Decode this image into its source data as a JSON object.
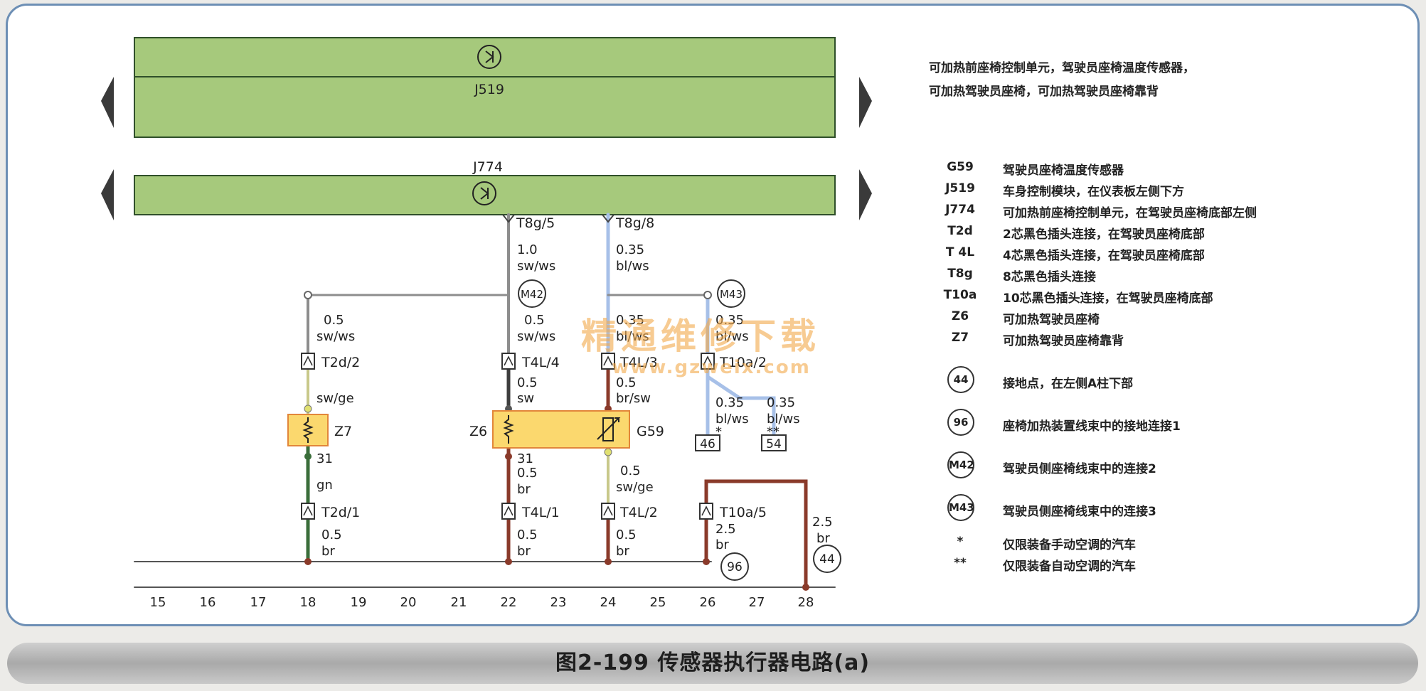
{
  "modules": {
    "j519_label": "J519",
    "j774_label": "J774"
  },
  "header_text": {
    "line1": "可加热前座椅控制单元，驾驶员座椅温度传感器，",
    "line2": "可加热驾驶员座椅，可加热驾驶员座椅靠背"
  },
  "components": {
    "z7": "Z7",
    "z6": "Z6",
    "g59": "G59"
  },
  "connectors": {
    "t8g5": "T8g/5",
    "t8g8": "T8g/8",
    "t2d2": "T2d/2",
    "t4l4": "T4L/4",
    "t4l3": "T4L/3",
    "t10a2": "T10a/2",
    "t2d1": "T2d/1",
    "t4l1": "T4L/1",
    "t4l2": "T4L/2",
    "t10a5": "T10a/5"
  },
  "junctions": {
    "m42": "M42",
    "m43": "M43",
    "g96": "96",
    "g44": "44"
  },
  "terminals": {
    "t46": "46",
    "t54": "54"
  },
  "pins": {
    "z7_pin": "31",
    "z6_pin": "31"
  },
  "wire_labels": {
    "w1a": "1.0",
    "w1b": "sw/ws",
    "w2a": "0.35",
    "w2b": "bl/ws",
    "w3a": "0.5",
    "w3b": "sw/ws",
    "w4a": "0.5",
    "w4b": "sw/ws",
    "w5a": "0.35",
    "w5b": "bl/ws",
    "w6a": "0.35",
    "w6b": "bl/ws",
    "w7": "sw/ge",
    "w8a": "0.5",
    "w8b": "sw",
    "w9a": "0.5",
    "w9b": "br/sw",
    "w10a": "0.35",
    "w10b": "bl/ws",
    "w10c": "*",
    "w11a": "0.35",
    "w11b": "bl/ws",
    "w11c": "**",
    "w12": "gn",
    "w13a": "0.5",
    "w13b": "br",
    "w14a": "0.5",
    "w14b": "sw/ge",
    "w15a": "0.5",
    "w15b": "br",
    "w16a": "0.5",
    "w16b": "br",
    "w17a": "0.5",
    "w17b": "br",
    "w18a": "2.5",
    "w18b": "br",
    "w19a": "2.5",
    "w19b": "br"
  },
  "scale": [
    "15",
    "16",
    "17",
    "18",
    "19",
    "20",
    "21",
    "22",
    "23",
    "24",
    "25",
    "26",
    "27",
    "28"
  ],
  "watermark": {
    "line1": "精通维修下载",
    "line2": "www.gzweix.com"
  },
  "legend": [
    {
      "code": "G59",
      "desc": "驾驶员座椅温度传感器"
    },
    {
      "code": "J519",
      "desc": "车身控制模块，在仪表板左侧下方"
    },
    {
      "code": "J774",
      "desc": "可加热前座椅控制单元，在驾驶员座椅底部左侧"
    },
    {
      "code": "T2d",
      "desc": "2芯黑色插头连接，在驾驶员座椅底部"
    },
    {
      "code": "T 4L",
      "desc": "4芯黑色插头连接，在驾驶员座椅底部"
    },
    {
      "code": "T8g",
      "desc": "8芯黑色插头连接"
    },
    {
      "code": "T10a",
      "desc": "10芯黑色插头连接，在驾驶员座椅底部"
    },
    {
      "code": "Z6",
      "desc": "可加热驾驶员座椅"
    },
    {
      "code": "Z7",
      "desc": "可加热驾驶员座椅靠背"
    }
  ],
  "legend_circles": [
    {
      "code": "44",
      "desc": "接地点，在左侧A柱下部"
    },
    {
      "code": "96",
      "desc": "座椅加热装置线束中的接地连接1"
    },
    {
      "code": "M42",
      "desc": "驾驶员侧座椅线束中的连接2"
    },
    {
      "code": "M43",
      "desc": "驾驶员侧座椅线束中的连接3"
    }
  ],
  "legend_notes": [
    {
      "code": "*",
      "desc": "仅限装备手动空调的汽车"
    },
    {
      "code": "**",
      "desc": "仅限装备自动空调的汽车"
    }
  ],
  "caption": "图2-199  传感器执行器电路(a)",
  "colors": {
    "module_fill": "#a6c97c",
    "wire_black": "#3e3e3e",
    "wire_brown": "#8a3a2a",
    "wire_blue": "#a7c0e8",
    "wire_green": "#3a6e3a",
    "wire_yellow": "#c8c88a",
    "comp_fill": "#fbd86e",
    "comp_border": "#e2863a",
    "panel_border": "#6d8fb5"
  }
}
